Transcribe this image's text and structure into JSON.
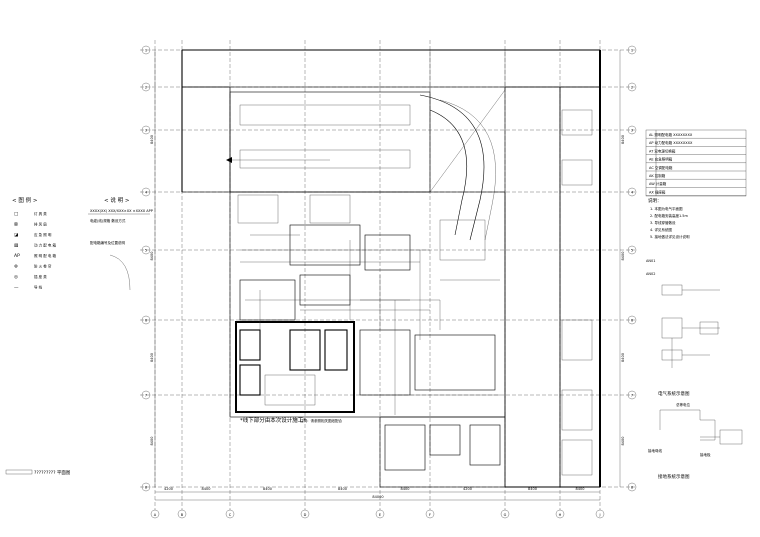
{
  "plan": {
    "grid_columns": [
      "A",
      "B",
      "C",
      "D",
      "E",
      "F",
      "G",
      "H",
      "J"
    ],
    "grid_rows": [
      "1",
      "2",
      "3",
      "4",
      "5",
      "6",
      "7",
      "8"
    ],
    "dimensions_bottom": [
      "4200",
      "8400",
      "8400",
      "8400",
      "8400",
      "4200",
      "8400",
      "8400"
    ],
    "dimension_total": "84000",
    "dimensions_left": [
      "8400",
      "8400",
      "8400",
      "8400"
    ],
    "dimensions_right": [
      "8400",
      "8400",
      "8400",
      "8400"
    ],
    "notes": {
      "center_note_1": "*线下部分由本次设计施工*",
      "center_note_2": "注明：请参照相关图纸配合"
    }
  },
  "legend": {
    "title": "< 图 例 >",
    "items": [
      {
        "symbol": "□",
        "label": "灯 具 类"
      },
      {
        "symbol": "⊠",
        "label": "排 风 扇"
      },
      {
        "symbol": "◪",
        "label": "应 急 照 明"
      },
      {
        "symbol": "▨",
        "label": "动 力 配 电 箱"
      },
      {
        "symbol": "AP",
        "label": "照 明 配 电 箱"
      },
      {
        "symbol": "⊗",
        "label": "防 火 卷 帘"
      },
      {
        "symbol": "◎",
        "label": "插 座 类"
      },
      {
        "symbol": "—",
        "label": "导 线"
      }
    ]
  },
  "detail_notes": {
    "title": "< 说 明 >",
    "line1": "XXXX(XX) XXX/XXX×XX ×XXXX APP",
    "line2": "电缆(线)规格 敷设方式",
    "line3": "配电箱编号及位置说明"
  },
  "right_panel": {
    "table_rows": [
      "AL 照明配电箱 XXXXXXXX",
      "AP 动力配电箱 XXXXXXXX",
      "AT 双电源切换箱",
      "AE 应急照明箱",
      "AC 空调配电箱",
      "AK 控制箱",
      "AW 计量箱",
      "AX 插座箱"
    ],
    "notes_heading": "说明：",
    "note_lines": [
      "1. 本图为电气平面图",
      "2. 配电箱安装高度1.5m",
      "3. 导线穿管敷设",
      "4. 详见系统图",
      "5. 接地做法详见设计说明"
    ],
    "diagram1_caption": "电气系统示意图",
    "diagram2_caption": "接地系统示意图",
    "diagram2_labels": [
      "总等电位",
      "接地母线",
      "接地极"
    ],
    "side_tag_top": "AN01",
    "side_tag_bottom": "AN02"
  },
  "footer": {
    "left_caption": "????????? 平面图"
  }
}
